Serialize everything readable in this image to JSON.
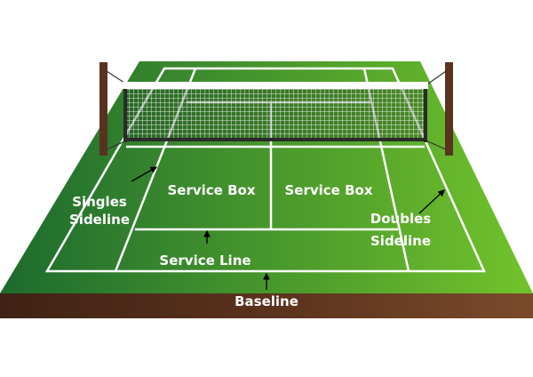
{
  "labels": {
    "service_box_left": "Service Box",
    "service_box_right": "Service Box",
    "singles_sideline_1": "Singles",
    "singles_sideline_2": "Sideline",
    "doubles_sideline_1": "Doubles",
    "doubles_sideline_2": "Sideline",
    "service_line": "Service Line",
    "baseline": "Baseline"
  },
  "colors": {
    "grass_dark": "#1d6a2e",
    "grass_light": "#72c32b",
    "base_dark": "#3f2214",
    "base_light": "#7b4a2b",
    "lines": "#ffffff",
    "net": "#2b2b2b",
    "post": "#5a3320"
  }
}
